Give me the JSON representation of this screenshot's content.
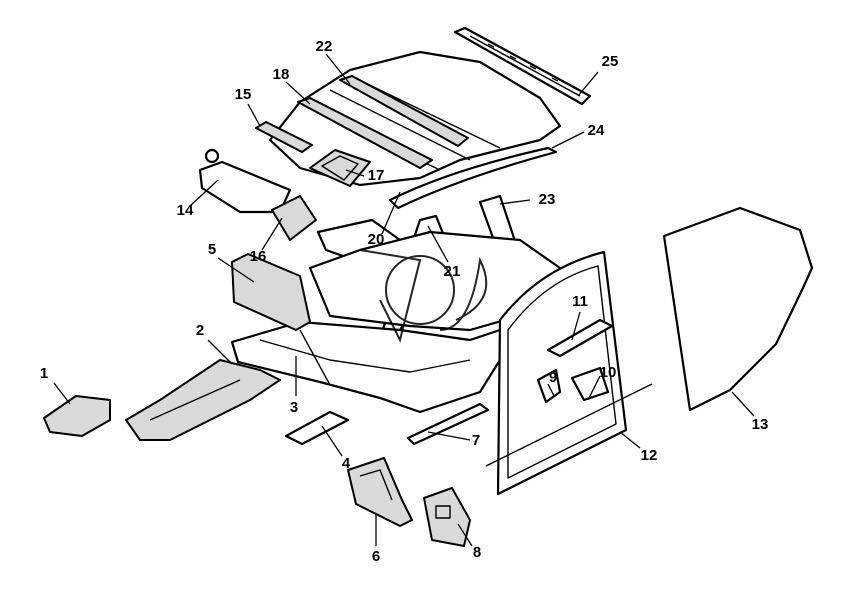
{
  "diagram": {
    "callouts": [
      {
        "label": "1"
      },
      {
        "label": "2"
      },
      {
        "label": "3"
      },
      {
        "label": "4"
      },
      {
        "label": "5"
      },
      {
        "label": "6"
      },
      {
        "label": "7"
      },
      {
        "label": "8"
      },
      {
        "label": "9"
      },
      {
        "label": "10"
      },
      {
        "label": "11"
      },
      {
        "label": "12"
      },
      {
        "label": "13"
      },
      {
        "label": "14"
      },
      {
        "label": "15"
      },
      {
        "label": "16"
      },
      {
        "label": "17"
      },
      {
        "label": "18"
      },
      {
        "label": "20"
      },
      {
        "label": "21"
      },
      {
        "label": "22"
      },
      {
        "label": "23"
      },
      {
        "label": "24"
      },
      {
        "label": "25"
      }
    ]
  }
}
